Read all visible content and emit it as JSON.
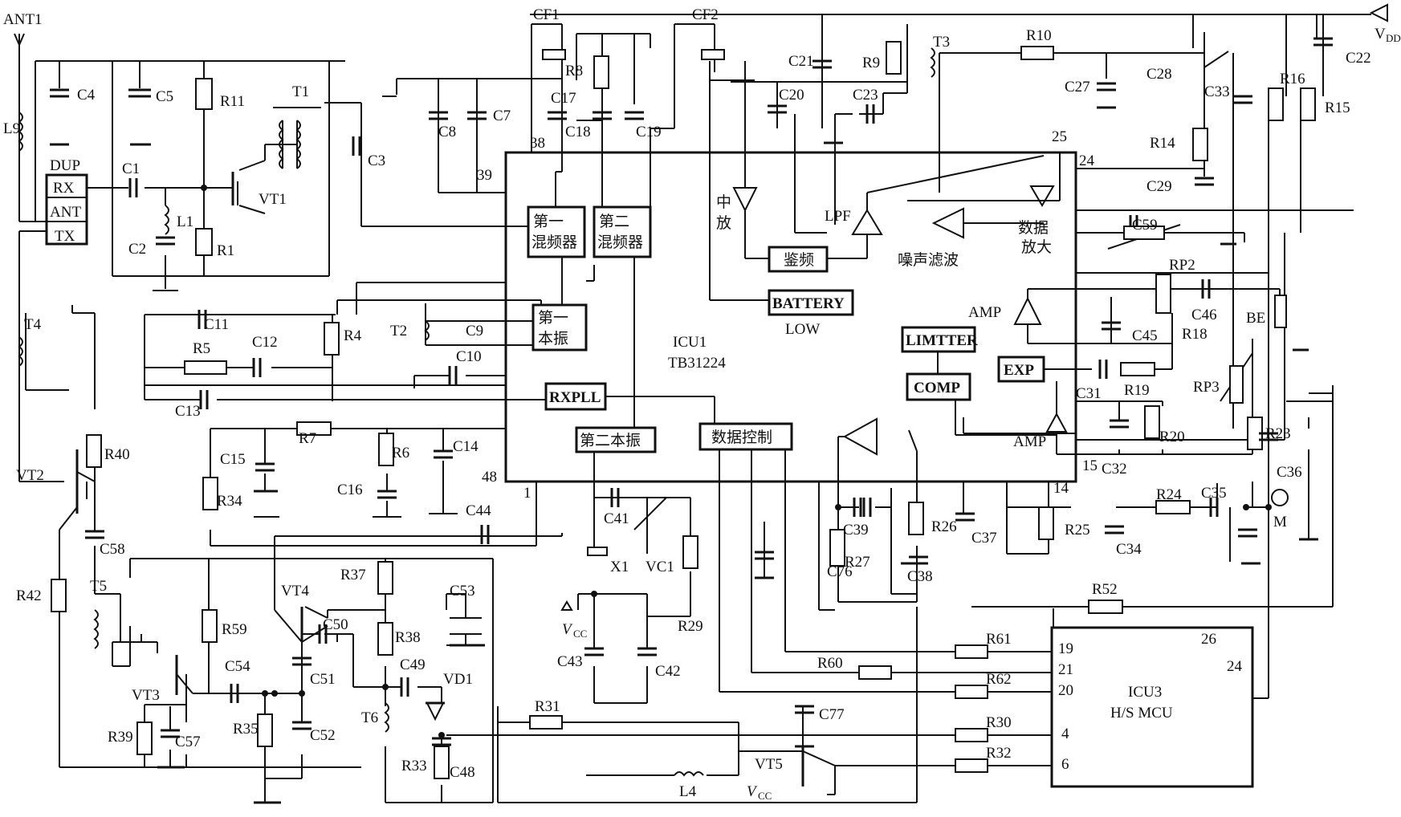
{
  "ic1": {
    "name": "ICU1",
    "part": "TB31224"
  },
  "ic3": {
    "name": "ICU3",
    "part": "H/S MCU"
  },
  "blocks": {
    "mixer1": [
      "第一",
      "混频器"
    ],
    "mixer2": [
      "第二",
      "混频器"
    ],
    "osc1": [
      "第一",
      "本振"
    ],
    "rxpll": "RXPLL",
    "osc2": "第二本振",
    "data_ctrl": "数据控制",
    "discriminator": "鉴频",
    "battery": "BATTERY",
    "low": "LOW",
    "limiter": "LIMTTER",
    "comp": "COMP",
    "exp": "EXP",
    "if_amp": [
      "中",
      "放"
    ],
    "lpf": "LPF",
    "noise_filter": "噪声滤波",
    "data_amp": [
      "数据",
      "放大"
    ],
    "amp1": "AMP",
    "amp2": "AMP"
  },
  "dup": {
    "title": "DUP",
    "ports": [
      "RX",
      "ANT",
      "TX"
    ]
  },
  "antenna": "ANT1",
  "vdd": {
    "main": "V",
    "sub": "DD"
  },
  "vcc": {
    "main": "V",
    "sub": "CC"
  },
  "pins_ic1": [
    "38",
    "39",
    "48",
    "1",
    "25",
    "24",
    "15",
    "14"
  ],
  "pins_ic3": [
    "19",
    "21",
    "20",
    "4",
    "6",
    "26",
    "24"
  ],
  "components": [
    {
      "ref": "L9",
      "kind": "inductor"
    },
    {
      "ref": "C4",
      "kind": "capacitor"
    },
    {
      "ref": "C5",
      "kind": "capacitor"
    },
    {
      "ref": "R11",
      "kind": "resistor"
    },
    {
      "ref": "T1",
      "kind": "transformer"
    },
    {
      "ref": "C3",
      "kind": "capacitor"
    },
    {
      "ref": "C1",
      "kind": "capacitor"
    },
    {
      "ref": "VT1",
      "kind": "transistor"
    },
    {
      "ref": "L1",
      "kind": "inductor"
    },
    {
      "ref": "C2",
      "kind": "capacitor"
    },
    {
      "ref": "R1",
      "kind": "resistor"
    },
    {
      "ref": "C8",
      "kind": "capacitor"
    },
    {
      "ref": "C7",
      "kind": "capacitor"
    },
    {
      "ref": "CF1",
      "kind": "filter"
    },
    {
      "ref": "C17",
      "kind": "capacitor"
    },
    {
      "ref": "R8",
      "kind": "resistor"
    },
    {
      "ref": "C18",
      "kind": "capacitor"
    },
    {
      "ref": "C19",
      "kind": "capacitor"
    },
    {
      "ref": "CF2",
      "kind": "filter"
    },
    {
      "ref": "C20",
      "kind": "capacitor"
    },
    {
      "ref": "C21",
      "kind": "capacitor"
    },
    {
      "ref": "R9",
      "kind": "resistor"
    },
    {
      "ref": "T3",
      "kind": "coil"
    },
    {
      "ref": "C23",
      "kind": "capacitor"
    },
    {
      "ref": "R10",
      "kind": "resistor"
    },
    {
      "ref": "C27",
      "kind": "capacitor"
    },
    {
      "ref": "C28",
      "kind": "capacitor"
    },
    {
      "ref": "C33",
      "kind": "capacitor"
    },
    {
      "ref": "R14",
      "kind": "resistor"
    },
    {
      "ref": "C29",
      "kind": "capacitor"
    },
    {
      "ref": "R16",
      "kind": "resistor"
    },
    {
      "ref": "R15",
      "kind": "resistor"
    },
    {
      "ref": "C22",
      "kind": "capacitor"
    },
    {
      "ref": "C59",
      "kind": "capacitor"
    },
    {
      "ref": "RP2",
      "kind": "potentiometer"
    },
    {
      "ref": "C46",
      "kind": "capacitor"
    },
    {
      "ref": "BE",
      "kind": "buzzer"
    },
    {
      "ref": "C45",
      "kind": "capacitor"
    },
    {
      "ref": "R18",
      "kind": "resistor"
    },
    {
      "ref": "C31",
      "kind": "capacitor"
    },
    {
      "ref": "R19",
      "kind": "resistor"
    },
    {
      "ref": "RP3",
      "kind": "potentiometer"
    },
    {
      "ref": "R20",
      "kind": "resistor"
    },
    {
      "ref": "C32",
      "kind": "capacitor"
    },
    {
      "ref": "R23",
      "kind": "resistor"
    },
    {
      "ref": "C36",
      "kind": "capacitor"
    },
    {
      "ref": "R24",
      "kind": "resistor"
    },
    {
      "ref": "C35",
      "kind": "capacitor"
    },
    {
      "ref": "M",
      "kind": "microphone"
    },
    {
      "ref": "R25",
      "kind": "resistor"
    },
    {
      "ref": "C34",
      "kind": "capacitor"
    },
    {
      "ref": "C37",
      "kind": "capacitor"
    },
    {
      "ref": "R26",
      "kind": "resistor"
    },
    {
      "ref": "C38",
      "kind": "capacitor"
    },
    {
      "ref": "C39",
      "kind": "capacitor"
    },
    {
      "ref": "R27",
      "kind": "resistor"
    },
    {
      "ref": "C76",
      "kind": "capacitor"
    },
    {
      "ref": "C77",
      "kind": "capacitor"
    },
    {
      "ref": "R52",
      "kind": "resistor"
    },
    {
      "ref": "R61",
      "kind": "resistor"
    },
    {
      "ref": "R60",
      "kind": "resistor"
    },
    {
      "ref": "R62",
      "kind": "resistor"
    },
    {
      "ref": "R30",
      "kind": "resistor"
    },
    {
      "ref": "R32",
      "kind": "resistor"
    },
    {
      "ref": "VT5",
      "kind": "transistor"
    },
    {
      "ref": "L4",
      "kind": "inductor"
    },
    {
      "ref": "R31",
      "kind": "resistor"
    },
    {
      "ref": "C48",
      "kind": "capacitor"
    },
    {
      "ref": "R33",
      "kind": "resistor"
    },
    {
      "ref": "VD1",
      "kind": "diode"
    },
    {
      "ref": "C49",
      "kind": "capacitor"
    },
    {
      "ref": "T6",
      "kind": "coil"
    },
    {
      "ref": "R38",
      "kind": "resistor"
    },
    {
      "ref": "R37",
      "kind": "resistor"
    },
    {
      "ref": "C53",
      "kind": "capacitor"
    },
    {
      "ref": "VT4",
      "kind": "transistor"
    },
    {
      "ref": "C50",
      "kind": "capacitor"
    },
    {
      "ref": "C51",
      "kind": "capacitor"
    },
    {
      "ref": "C52",
      "kind": "capacitor"
    },
    {
      "ref": "R35",
      "kind": "resistor"
    },
    {
      "ref": "C54",
      "kind": "capacitor"
    },
    {
      "ref": "R59",
      "kind": "resistor"
    },
    {
      "ref": "VT3",
      "kind": "transistor"
    },
    {
      "ref": "R39",
      "kind": "resistor"
    },
    {
      "ref": "C57",
      "kind": "capacitor"
    },
    {
      "ref": "T5",
      "kind": "transformer"
    },
    {
      "ref": "C58",
      "kind": "capacitor"
    },
    {
      "ref": "R42",
      "kind": "resistor"
    },
    {
      "ref": "VT2",
      "kind": "transistor"
    },
    {
      "ref": "R40",
      "kind": "resistor"
    },
    {
      "ref": "T4",
      "kind": "transformer"
    },
    {
      "ref": "C11",
      "kind": "capacitor"
    },
    {
      "ref": "R5",
      "kind": "resistor"
    },
    {
      "ref": "C12",
      "kind": "capacitor"
    },
    {
      "ref": "R4",
      "kind": "resistor"
    },
    {
      "ref": "T2",
      "kind": "coil"
    },
    {
      "ref": "C9",
      "kind": "capacitor"
    },
    {
      "ref": "C10",
      "kind": "capacitor"
    },
    {
      "ref": "C13",
      "kind": "capacitor"
    },
    {
      "ref": "C15",
      "kind": "capacitor"
    },
    {
      "ref": "R7",
      "kind": "resistor"
    },
    {
      "ref": "R6",
      "kind": "resistor"
    },
    {
      "ref": "C14",
      "kind": "capacitor"
    },
    {
      "ref": "C16",
      "kind": "capacitor"
    },
    {
      "ref": "R34",
      "kind": "resistor"
    },
    {
      "ref": "C44",
      "kind": "capacitor"
    },
    {
      "ref": "C41",
      "kind": "capacitor"
    },
    {
      "ref": "X1",
      "kind": "crystal"
    },
    {
      "ref": "VC1",
      "kind": "varicap"
    },
    {
      "ref": "R29",
      "kind": "resistor"
    },
    {
      "ref": "C43",
      "kind": "capacitor"
    },
    {
      "ref": "C42",
      "kind": "capacitor"
    }
  ]
}
